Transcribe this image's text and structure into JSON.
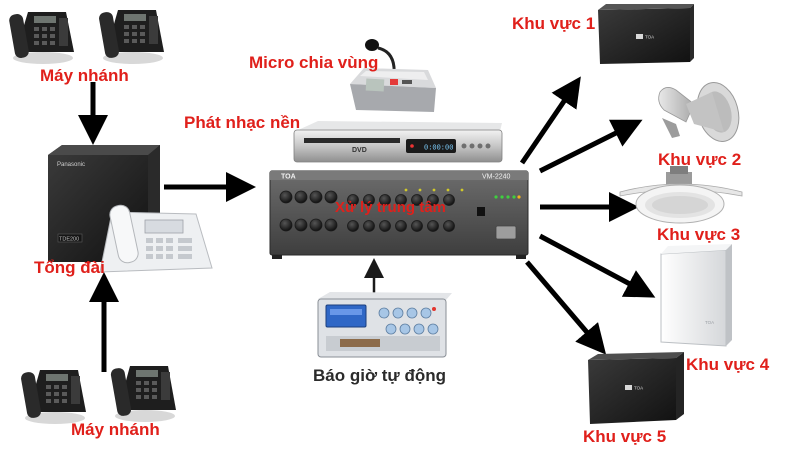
{
  "labels": {
    "phones_top": "Máy nhánh",
    "phones_bottom": "Máy nhánh",
    "pbx": "Tổng đài",
    "micro": "Micro chia vùng",
    "music": "Phát nhạc nền",
    "central": "Xử lý trung tâm",
    "bell": "Báo giờ tự động",
    "zone1": "Khu vực 1",
    "zone2": "Khu vực 2",
    "zone3": "Khu vực 3",
    "zone4": "Khu vực 4",
    "zone5": "Khu vực 5"
  },
  "device_text": {
    "amp_brand": "TOA",
    "amp_model": "VM-2240",
    "dvd_logo": "DVD",
    "dvd_display": "0:00:00",
    "pbx_brand": "Panasonic",
    "pbx_model": "TDE200",
    "speaker1_brand": "TOA",
    "speaker4_brand": "TOA",
    "speaker5_brand": "TOA"
  },
  "colors": {
    "label_red": "#e0201b",
    "label_dark": "#2b2b2b",
    "arrow": "#000000"
  }
}
